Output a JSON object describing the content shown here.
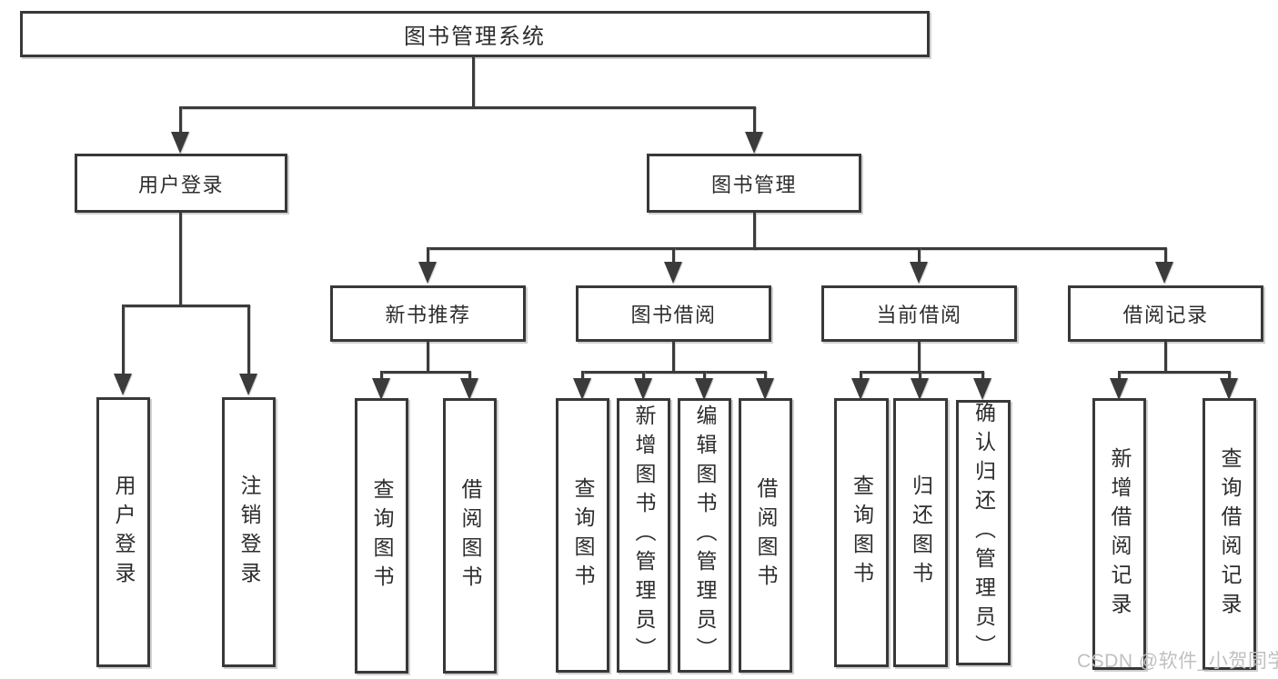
{
  "diagram": {
    "root": {
      "label": "图书管理系统"
    },
    "branches": [
      {
        "label": "用户登录",
        "children": [
          {
            "label": "用户登录"
          },
          {
            "label": "注销登录"
          }
        ]
      },
      {
        "label": "图书管理",
        "children": [
          {
            "label": "新书推荐",
            "children": [
              {
                "label": "查询图书"
              },
              {
                "label": "借阅图书"
              }
            ]
          },
          {
            "label": "图书借阅",
            "children": [
              {
                "label": "查询图书"
              },
              {
                "label": "新增图书（管理员）"
              },
              {
                "label": "编辑图书（管理员）"
              },
              {
                "label": "借阅图书"
              }
            ]
          },
          {
            "label": "当前借阅",
            "children": [
              {
                "label": "查询图书"
              },
              {
                "label": "归还图书"
              },
              {
                "label": "确认归还（管理员）"
              }
            ]
          },
          {
            "label": "借阅记录",
            "children": [
              {
                "label": "新增借阅记录"
              },
              {
                "label": "查询借阅记录"
              }
            ]
          }
        ]
      }
    ],
    "colors": {
      "line": "#3b3b3b",
      "border": "#383838",
      "text": "#2d2d2d",
      "watermark": "#c0c0c0",
      "background": "#ffffff"
    }
  },
  "watermark": {
    "text": "CSDN @软件_小贺同学"
  }
}
